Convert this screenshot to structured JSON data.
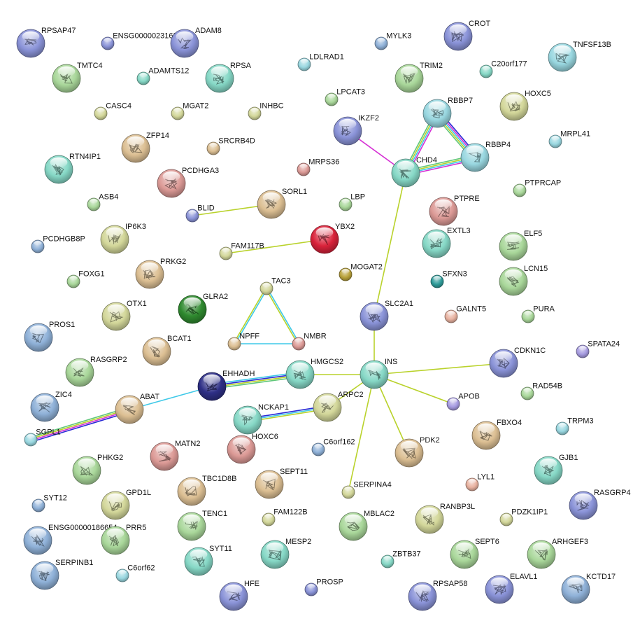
{
  "palette": {
    "blue": "#8a93d8",
    "teal": "#86d8c6",
    "green": "#a9d79a",
    "olive": "#d3d79a",
    "tan": "#dcbf93",
    "pink": "#dc9a96",
    "cyan": "#99d7e0",
    "steel": "#8fb1d8",
    "red": "#d9223a",
    "darkgreen": "#2f8a2f",
    "navy": "#2e2f86",
    "purple": "#a69be0",
    "gold": "#b9a23a",
    "darkteal": "#2f9c9a",
    "salmon": "#e8b2a0",
    "lime": "#b8e08a"
  },
  "nodes": [
    {
      "id": "RPSAP47",
      "label": "RPSAP47",
      "color": "blue",
      "big": true
    },
    {
      "id": "ENSG00000231685",
      "label": "ENSG00000231685",
      "color": "blue",
      "big": false
    },
    {
      "id": "ADAM8",
      "label": "ADAM8",
      "color": "blue",
      "big": true
    },
    {
      "id": "MYLK3",
      "label": "MYLK3",
      "color": "steel",
      "big": false
    },
    {
      "id": "CROT",
      "label": "CROT",
      "color": "blue",
      "big": true
    },
    {
      "id": "TNFSF13B",
      "label": "TNFSF13B",
      "color": "cyan",
      "big": true
    },
    {
      "id": "LDLRAD1",
      "label": "LDLRAD1",
      "color": "cyan",
      "big": false
    },
    {
      "id": "TMTC4",
      "label": "TMTC4",
      "color": "green",
      "big": true
    },
    {
      "id": "ADAMTS12",
      "label": "ADAMTS12",
      "color": "teal",
      "big": false
    },
    {
      "id": "RPSA",
      "label": "RPSA",
      "color": "teal",
      "big": true
    },
    {
      "id": "TRIM2",
      "label": "TRIM2",
      "color": "green",
      "big": true
    },
    {
      "id": "C20orf177",
      "label": "C20orf177",
      "color": "teal",
      "big": false
    },
    {
      "id": "LPCAT3",
      "label": "LPCAT3",
      "color": "green",
      "big": false
    },
    {
      "id": "HOXC5",
      "label": "HOXC5",
      "color": "olive",
      "big": true
    },
    {
      "id": "RBBP7",
      "label": "RBBP7",
      "color": "cyan",
      "big": true
    },
    {
      "id": "CASC4",
      "label": "CASC4",
      "color": "olive",
      "big": false
    },
    {
      "id": "MGAT2",
      "label": "MGAT2",
      "color": "olive",
      "big": false
    },
    {
      "id": "INHBC",
      "label": "INHBC",
      "color": "olive",
      "big": false
    },
    {
      "id": "IKZF2",
      "label": "IKZF2",
      "color": "blue",
      "big": true
    },
    {
      "id": "MRPL41",
      "label": "MRPL41",
      "color": "cyan",
      "big": false
    },
    {
      "id": "ZFP14",
      "label": "ZFP14",
      "color": "tan",
      "big": true
    },
    {
      "id": "SRCRB4D",
      "label": "SRCRB4D",
      "color": "tan",
      "big": false
    },
    {
      "id": "RBBP4",
      "label": "RBBP4",
      "color": "cyan",
      "big": true
    },
    {
      "id": "RTN4IP1",
      "label": "RTN4IP1",
      "color": "teal",
      "big": true
    },
    {
      "id": "CHD4",
      "label": "CHD4",
      "color": "teal",
      "big": true
    },
    {
      "id": "PCDHGA3",
      "label": "PCDHGA3",
      "color": "pink",
      "big": true
    },
    {
      "id": "MRPS36",
      "label": "MRPS36",
      "color": "pink",
      "big": false
    },
    {
      "id": "PTPRCAP",
      "label": "PTPRCAP",
      "color": "green",
      "big": false
    },
    {
      "id": "SORL1",
      "label": "SORL1",
      "color": "tan",
      "big": true
    },
    {
      "id": "LBP",
      "label": "LBP",
      "color": "green",
      "big": false
    },
    {
      "id": "ASB4",
      "label": "ASB4",
      "color": "green",
      "big": false
    },
    {
      "id": "PTPRE",
      "label": "PTPRE",
      "color": "pink",
      "big": true
    },
    {
      "id": "BLID",
      "label": "BLID",
      "color": "blue",
      "big": false
    },
    {
      "id": "YBX2",
      "label": "YBX2",
      "color": "red",
      "big": true
    },
    {
      "id": "IP6K3",
      "label": "IP6K3",
      "color": "olive",
      "big": true
    },
    {
      "id": "EXTL3",
      "label": "EXTL3",
      "color": "teal",
      "big": true
    },
    {
      "id": "ELF5",
      "label": "ELF5",
      "color": "green",
      "big": true
    },
    {
      "id": "PCDHGB8P",
      "label": "PCDHGB8P",
      "color": "steel",
      "big": false
    },
    {
      "id": "FAM117B",
      "label": "FAM117B",
      "color": "olive",
      "big": false
    },
    {
      "id": "PRKG2",
      "label": "PRKG2",
      "color": "tan",
      "big": true
    },
    {
      "id": "MOGAT2",
      "label": "MOGAT2",
      "color": "gold",
      "big": false
    },
    {
      "id": "SFXN3",
      "label": "SFXN3",
      "color": "darkteal",
      "big": false
    },
    {
      "id": "LCN15",
      "label": "LCN15",
      "color": "green",
      "big": true
    },
    {
      "id": "FOXG1",
      "label": "FOXG1",
      "color": "green",
      "big": false
    },
    {
      "id": "TAC3",
      "label": "TAC3",
      "color": "olive",
      "big": false
    },
    {
      "id": "GLRA2",
      "label": "GLRA2",
      "color": "darkgreen",
      "big": true
    },
    {
      "id": "OTX1",
      "label": "OTX1",
      "color": "olive",
      "big": true
    },
    {
      "id": "SLC2A1",
      "label": "SLC2A1",
      "color": "blue",
      "big": true
    },
    {
      "id": "GALNT5",
      "label": "GALNT5",
      "color": "salmon",
      "big": false
    },
    {
      "id": "PURA",
      "label": "PURA",
      "color": "green",
      "big": false
    },
    {
      "id": "PROS1",
      "label": "PROS1",
      "color": "steel",
      "big": true
    },
    {
      "id": "NPFF",
      "label": "NPFF",
      "color": "tan",
      "big": false
    },
    {
      "id": "NMBR",
      "label": "NMBR",
      "color": "pink",
      "big": false
    },
    {
      "id": "BCAT1",
      "label": "BCAT1",
      "color": "tan",
      "big": true
    },
    {
      "id": "SPATA24",
      "label": "SPATA24",
      "color": "purple",
      "big": false
    },
    {
      "id": "CDKN1C",
      "label": "CDKN1C",
      "color": "blue",
      "big": true
    },
    {
      "id": "RASGRP2",
      "label": "RASGRP2",
      "color": "green",
      "big": true
    },
    {
      "id": "EHHADH",
      "label": "EHHADH",
      "color": "navy",
      "big": true
    },
    {
      "id": "HMGCS2",
      "label": "HMGCS2",
      "color": "teal",
      "big": true
    },
    {
      "id": "INS",
      "label": "INS",
      "color": "teal",
      "big": true
    },
    {
      "id": "RAD54B",
      "label": "RAD54B",
      "color": "green",
      "big": false
    },
    {
      "id": "ZIC4",
      "label": "ZIC4",
      "color": "steel",
      "big": true
    },
    {
      "id": "ABAT",
      "label": "ABAT",
      "color": "tan",
      "big": true
    },
    {
      "id": "APOB",
      "label": "APOB",
      "color": "purple",
      "big": false
    },
    {
      "id": "ARPC2",
      "label": "ARPC2",
      "color": "olive",
      "big": true
    },
    {
      "id": "NCKAP1",
      "label": "NCKAP1",
      "color": "teal",
      "big": true
    },
    {
      "id": "SGPL1",
      "label": "SGPL1",
      "color": "cyan",
      "big": false
    },
    {
      "id": "FBXO4",
      "label": "FBXO4",
      "color": "tan",
      "big": true
    },
    {
      "id": "TRPM3",
      "label": "TRPM3",
      "color": "cyan",
      "big": false
    },
    {
      "id": "HOXC6",
      "label": "HOXC6",
      "color": "pink",
      "big": true
    },
    {
      "id": "C6orf162",
      "label": "C6orf162",
      "color": "steel",
      "big": false
    },
    {
      "id": "PDK2",
      "label": "PDK2",
      "color": "tan",
      "big": true
    },
    {
      "id": "MATN2",
      "label": "MATN2",
      "color": "pink",
      "big": true
    },
    {
      "id": "PHKG2",
      "label": "PHKG2",
      "color": "green",
      "big": true
    },
    {
      "id": "GJB1",
      "label": "GJB1",
      "color": "teal",
      "big": true
    },
    {
      "id": "LYL1",
      "label": "LYL1",
      "color": "salmon",
      "big": false
    },
    {
      "id": "TBC1D8B",
      "label": "TBC1D8B",
      "color": "tan",
      "big": true
    },
    {
      "id": "SEPT11",
      "label": "SEPT11",
      "color": "tan",
      "big": true
    },
    {
      "id": "SERPINA4",
      "label": "SERPINA4",
      "color": "olive",
      "big": false
    },
    {
      "id": "RASGRP4",
      "label": "RASGRP4",
      "color": "blue",
      "big": true
    },
    {
      "id": "SYT12",
      "label": "SYT12",
      "color": "steel",
      "big": false
    },
    {
      "id": "GPD1L",
      "label": "GPD1L",
      "color": "olive",
      "big": true
    },
    {
      "id": "RANBP3L",
      "label": "RANBP3L",
      "color": "olive",
      "big": true
    },
    {
      "id": "PDZK1IP1",
      "label": "PDZK1IP1",
      "color": "olive",
      "big": false
    },
    {
      "id": "TENC1",
      "label": "TENC1",
      "color": "green",
      "big": true
    },
    {
      "id": "FAM122B",
      "label": "FAM122B",
      "color": "olive",
      "big": false
    },
    {
      "id": "MBLAC2",
      "label": "MBLAC2",
      "color": "green",
      "big": true
    },
    {
      "id": "ENSG00000186654",
      "label": "ENSG00000186654",
      "color": "steel",
      "big": true
    },
    {
      "id": "PRR5",
      "label": "PRR5",
      "color": "green",
      "big": true
    },
    {
      "id": "ARHGEF3",
      "label": "ARHGEF3",
      "color": "green",
      "big": true
    },
    {
      "id": "SEPT6",
      "label": "SEPT6",
      "color": "green",
      "big": true
    },
    {
      "id": "MESP2",
      "label": "MESP2",
      "color": "teal",
      "big": true
    },
    {
      "id": "SYT11",
      "label": "SYT11",
      "color": "teal",
      "big": true
    },
    {
      "id": "ZBTB37",
      "label": "ZBTB37",
      "color": "teal",
      "big": false
    },
    {
      "id": "SERPINB1",
      "label": "SERPINB1",
      "color": "steel",
      "big": true
    },
    {
      "id": "C6orf62",
      "label": "C6orf62",
      "color": "cyan",
      "big": false
    },
    {
      "id": "HFE",
      "label": "HFE",
      "color": "blue",
      "big": true
    },
    {
      "id": "PROSP",
      "label": "PROSP",
      "color": "blue",
      "big": false
    },
    {
      "id": "RPSAP58",
      "label": "RPSAP58",
      "color": "blue",
      "big": true
    },
    {
      "id": "ELAVL1",
      "label": "ELAVL1",
      "color": "blue",
      "big": true
    },
    {
      "id": "KCTD17",
      "label": "KCTD17",
      "color": "steel",
      "big": true
    }
  ],
  "edges": [
    {
      "a": "RBBP7",
      "b": "RBBP4",
      "colors": [
        "#2b2ad6",
        "#d52fd4",
        "#3fc9e8",
        "#b9d22b",
        "#60c77a"
      ]
    },
    {
      "a": "RBBP7",
      "b": "CHD4",
      "colors": [
        "#d52fd4",
        "#3fc9e8",
        "#b9d22b",
        "#60c77a"
      ]
    },
    {
      "a": "RBBP4",
      "b": "CHD4",
      "colors": [
        "#d52fd4",
        "#3fc9e8",
        "#b9d22b",
        "#60c77a"
      ]
    },
    {
      "a": "IKZF2",
      "b": "CHD4",
      "colors": [
        "#d52fd4"
      ]
    },
    {
      "a": "CHD4",
      "b": "SLC2A1",
      "colors": [
        "#b9d22b"
      ]
    },
    {
      "a": "SLC2A1",
      "b": "INS",
      "colors": [
        "#b9d22b"
      ]
    },
    {
      "a": "BLID",
      "b": "SORL1",
      "colors": [
        "#b9d22b"
      ]
    },
    {
      "a": "FAM117B",
      "b": "YBX2",
      "colors": [
        "#b9d22b"
      ]
    },
    {
      "a": "TAC3",
      "b": "NPFF",
      "colors": [
        "#3fc9e8",
        "#b9d22b"
      ]
    },
    {
      "a": "TAC3",
      "b": "NMBR",
      "colors": [
        "#3fc9e8",
        "#b9d22b"
      ]
    },
    {
      "a": "NPFF",
      "b": "NMBR",
      "colors": [
        "#3fc9e8"
      ]
    },
    {
      "a": "INS",
      "b": "HMGCS2",
      "colors": [
        "#b9d22b"
      ]
    },
    {
      "a": "INS",
      "b": "CDKN1C",
      "colors": [
        "#b9d22b"
      ]
    },
    {
      "a": "INS",
      "b": "APOB",
      "colors": [
        "#b9d22b"
      ]
    },
    {
      "a": "INS",
      "b": "PDK2",
      "colors": [
        "#b9d22b"
      ]
    },
    {
      "a": "INS",
      "b": "SERPINA4",
      "colors": [
        "#b9d22b"
      ]
    },
    {
      "a": "INS",
      "b": "ARPC2",
      "colors": [
        "#b9d22b"
      ]
    },
    {
      "a": "HMGCS2",
      "b": "EHHADH",
      "colors": [
        "#60c77a",
        "#b9d22b",
        "#2b2ad6",
        "#3fc9e8"
      ]
    },
    {
      "a": "EHHADH",
      "b": "ABAT",
      "colors": [
        "#3fc9e8"
      ]
    },
    {
      "a": "ABAT",
      "b": "SGPL1",
      "colors": [
        "#2b2ad6",
        "#d52fd4",
        "#b9d22b",
        "#60c77a"
      ]
    },
    {
      "a": "NCKAP1",
      "b": "ARPC2",
      "colors": [
        "#2b2ad6",
        "#3fc9e8",
        "#b9d22b"
      ]
    }
  ]
}
